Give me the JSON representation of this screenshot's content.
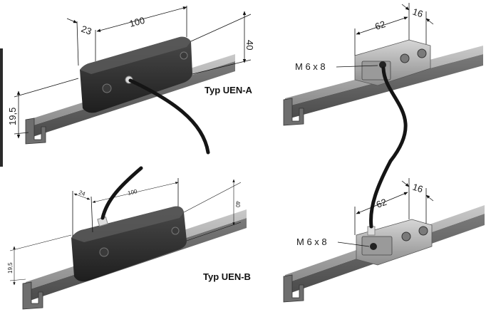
{
  "labels": {
    "type_a": "Typ UEN-A",
    "type_b": "Typ UEN-B",
    "thread_a": "M 6 x 8",
    "thread_b": "M 6 x 8"
  },
  "dimensions_a": {
    "width": "23",
    "length": "100",
    "height": "40",
    "rail_height": "19,5"
  },
  "dimensions_a_detail": {
    "offset": "62",
    "spacing": "16"
  },
  "dimensions_b": {
    "width": "24",
    "length": "100",
    "height": "40",
    "rail_height": "19,5"
  },
  "dimensions_b_detail": {
    "offset": "62",
    "spacing": "16"
  },
  "colors": {
    "rail": "#8f8f8f",
    "rail_dark": "#5a5a5a",
    "housing": "#2b2b2b",
    "cable": "#151515",
    "block": "#b5b5b5"
  }
}
